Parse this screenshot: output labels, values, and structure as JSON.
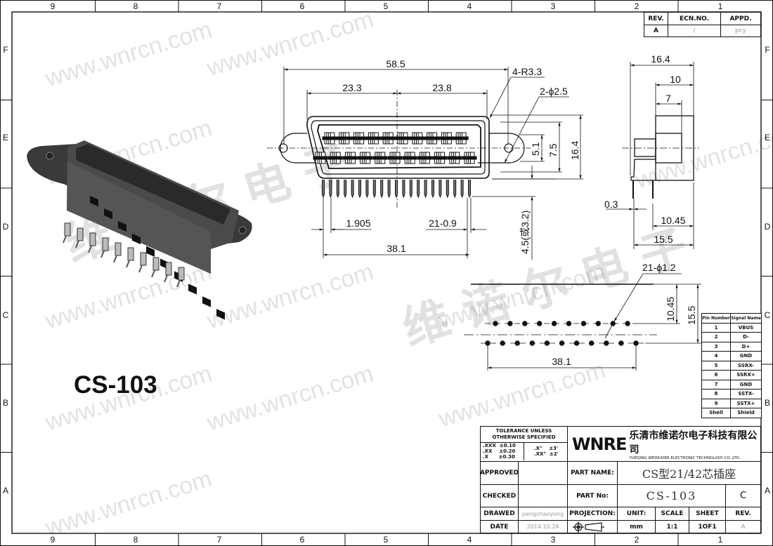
{
  "frame": {
    "columns": [
      "9",
      "8",
      "7",
      "6",
      "5",
      "4",
      "3",
      "2",
      "1"
    ],
    "rows": [
      "F",
      "E",
      "D",
      "C",
      "B",
      "A"
    ]
  },
  "revision_block": {
    "headers": [
      "REV.",
      "ECN.NO.",
      "APPD."
    ],
    "row": [
      "A",
      "/",
      "pcy"
    ]
  },
  "product_label": "CS-103",
  "front_view": {
    "dims": {
      "overall": "58.5",
      "left": "23.3",
      "right": "23.8",
      "radius": "4-R3.3",
      "holes": "2-ϕ2.5",
      "pitch": "1.905",
      "pins": "21-0.9",
      "pin_span": "38.1",
      "pin_len": "4.5(或3.2)",
      "h1": "5.1",
      "h2": "7.5",
      "h3": "16.4"
    }
  },
  "side_view": {
    "dims": {
      "depth": "16.4",
      "d10": "10",
      "d7": "7",
      "thk": "0.3",
      "d1045": "10.45",
      "d155": "15.5"
    }
  },
  "pcb_layout": {
    "dims": {
      "holes": "21-ϕ1.2",
      "span": "38.1",
      "v1": "10.45",
      "v2": "15.5"
    }
  },
  "pin_table": {
    "headers": [
      "Pin Number",
      "Signal Name"
    ],
    "rows": [
      [
        "1",
        "VBUS"
      ],
      [
        "2",
        "D-"
      ],
      [
        "3",
        "D+"
      ],
      [
        "4",
        "GND"
      ],
      [
        "5",
        "SSRX-"
      ],
      [
        "6",
        "SSRX+"
      ],
      [
        "7",
        "GND"
      ],
      [
        "8",
        "SSTX-"
      ],
      [
        "9",
        "SSTX+"
      ],
      [
        "Shell",
        "Shield"
      ]
    ]
  },
  "title_block": {
    "tolerance_title": "TOLERANCE UNLESS OTHERWISE SPECIFIED",
    "tol_linear": [
      ".XXX  ±0.10",
      ".XX    ±0.20",
      ".X      ±0.30"
    ],
    "tol_angular": [
      ".X°    ±3'",
      ".XX°  ±2'"
    ],
    "logo": "WNRE",
    "company_cn": "乐清市维诺尔电子科技有限公司",
    "company_en": "YUEQING WEINUOER ELECTRONIC TECHNOLOGY CO.,LTD.",
    "approved_label": "APPROVED",
    "checked_label": "CHECKED",
    "drawed_label": "DRAWED",
    "drawed_value": "pengchaoyong",
    "date_label": "DATE",
    "date_value": "2014.10.24",
    "part_name_label": "PART NAME:",
    "part_name_value": "CS型21/42芯插座",
    "part_no_label": "PART No:",
    "part_no_value": "CS-103",
    "part_rev": "C",
    "projection_label": "PROJECTION:",
    "unit_label": "UNIT:",
    "unit_value": "mm",
    "scale_label": "SCALE",
    "scale_value": "1:1",
    "sheet_label": "SHEET",
    "sheet_value": "1OF1",
    "rev_label": "REV.",
    "rev_value": "A"
  },
  "watermarks": {
    "url": "www.wnrcn.com",
    "cn": "维诺尔电子"
  }
}
